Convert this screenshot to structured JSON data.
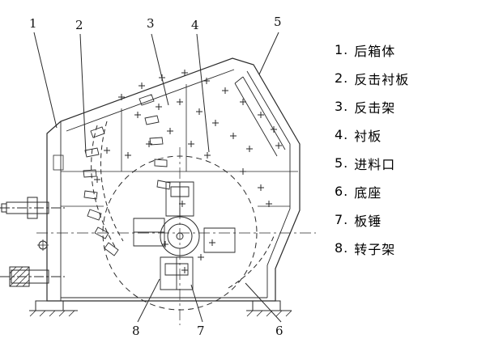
{
  "callouts": {
    "c1": "1",
    "c2": "2",
    "c3": "3",
    "c4": "4",
    "c5": "5",
    "c6": "6",
    "c7": "7",
    "c8": "8"
  },
  "legend": {
    "items": [
      {
        "num": "1.",
        "label": "后箱体"
      },
      {
        "num": "2.",
        "label": "反击衬板"
      },
      {
        "num": "3.",
        "label": "反击架"
      },
      {
        "num": "4.",
        "label": "衬板"
      },
      {
        "num": "5.",
        "label": "进料口"
      },
      {
        "num": "6.",
        "label": "底座"
      },
      {
        "num": "7.",
        "label": "板锤"
      },
      {
        "num": "8.",
        "label": "转子架"
      }
    ]
  },
  "colors": {
    "line": "#2a2a2a",
    "background": "#ffffff"
  }
}
